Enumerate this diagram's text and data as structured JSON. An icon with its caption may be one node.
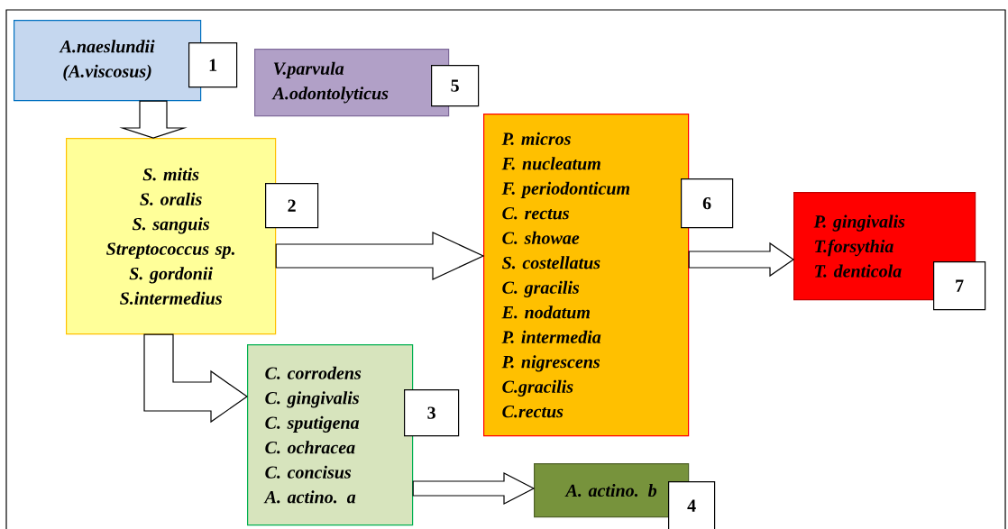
{
  "diagram": {
    "nodes": [
      {
        "text": [
          "A.naeslundii",
          "(A.viscosus)"
        ]
      },
      {
        "text": [
          "1"
        ]
      },
      {
        "text": [
          "V.parvula",
          "A.odontolyticus"
        ]
      },
      {
        "text": [
          "5"
        ]
      },
      {
        "text": [
          "S. mitis",
          "S. oralis",
          "S. sanguis",
          "Streptococcus sp.",
          "S. gordonii",
          "S.intermedius"
        ]
      },
      {
        "text": [
          "2"
        ]
      },
      {
        "text": [
          "P. micros",
          "F. nucleatum",
          "F. periodonticum",
          "C. rectus",
          "C. showae",
          "S. costellatus",
          "C. gracilis",
          "E. nodatum",
          "P. intermedia",
          "P. nigrescens",
          "C.gracilis",
          "C.rectus"
        ]
      },
      {
        "text": [
          "6"
        ]
      },
      {
        "text": [
          "P. gingivalis",
          "T.forsythia",
          "T. denticola"
        ]
      },
      {
        "text": [
          "7"
        ]
      },
      {
        "text": [
          "C. corrodens",
          "C. gingivalis",
          "C. sputigena",
          "C. ochracea",
          "C. concisus",
          "A. actino. a"
        ]
      },
      {
        "text": [
          "3"
        ]
      },
      {
        "text": [
          "A. actino. b"
        ]
      },
      {
        "text": [
          "4"
        ]
      }
    ],
    "edges": [
      {
        "from": 0,
        "to": 4,
        "arrow": "to"
      },
      {
        "from": 4,
        "to": 6,
        "arrow": "to"
      },
      {
        "from": 6,
        "to": 8,
        "arrow": "to"
      },
      {
        "from": 4,
        "to": 10,
        "arrow": "to"
      },
      {
        "from": 10,
        "to": 12,
        "arrow": "to"
      }
    ]
  }
}
